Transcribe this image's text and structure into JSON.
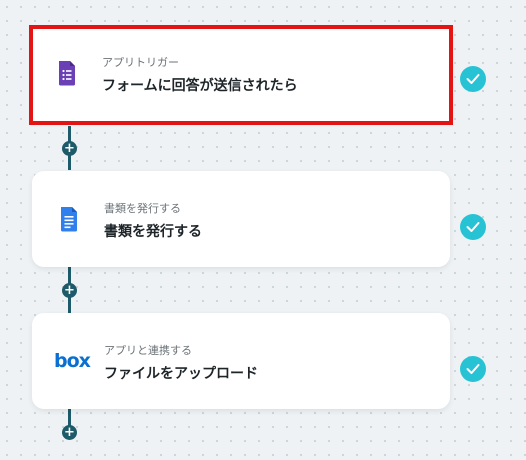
{
  "steps": [
    {
      "category": "アプリトリガー",
      "title": "フォームに回答が送信されたら",
      "icon": "google-forms-icon",
      "status": "completed"
    },
    {
      "category": "書類を発行する",
      "title": "書類を発行する",
      "icon": "google-docs-icon",
      "status": "completed"
    },
    {
      "category": "アプリと連携する",
      "title": "ファイルをアップロード",
      "icon": "box-logo",
      "logo_text": "box",
      "status": "completed"
    }
  ],
  "add_step_symbol": "+",
  "colors": {
    "selected_border": "#e41414",
    "check": "#27c3d4",
    "connector": "#1d5a6a",
    "forms_purple": "#6b3fb5",
    "docs_blue": "#2f80ed",
    "box_blue": "#0a6fd1"
  }
}
